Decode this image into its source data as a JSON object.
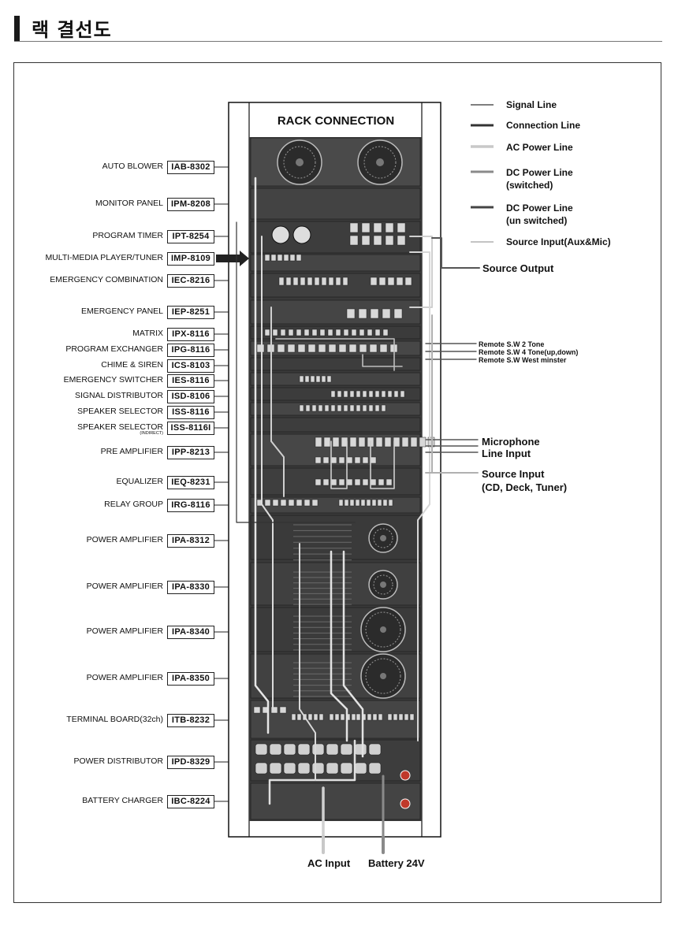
{
  "page": {
    "title": "랙 결선도"
  },
  "rack": {
    "title": "RACK CONNECTION"
  },
  "legend": [
    {
      "label": "Signal Line",
      "color": "#555555"
    },
    {
      "label": "Connection Line",
      "color": "#333333"
    },
    {
      "label": "AC Power Line",
      "color": "#c8c8c8"
    },
    {
      "label": "DC Power Line (switched)",
      "line1": "DC Power Line",
      "line2": "(switched)",
      "color": "#8a8a8a"
    },
    {
      "label": "DC Power Line (un switched)",
      "line1": "DC Power Line",
      "line2": "(un switched)",
      "color": "#444444"
    },
    {
      "label": "Source Input(Aux&Mic)",
      "color": "#b0b0b0"
    }
  ],
  "devices": [
    {
      "name": "AUTO BLOWER",
      "model": "IAB-8302"
    },
    {
      "name": "MONITOR PANEL",
      "model": "IPM-8208"
    },
    {
      "name": "PROGRAM TIMER",
      "model": "IPT-8254"
    },
    {
      "name": "MULTI-MEDIA PLAYER/TUNER",
      "model": "IMP-8109"
    },
    {
      "name": "EMERGENCY COMBINATION",
      "model": "IEC-8216"
    },
    {
      "name": "EMERGENCY PANEL",
      "model": "IEP-8251"
    },
    {
      "name": "MATRIX",
      "model": "IPX-8116"
    },
    {
      "name": "PROGRAM EXCHANGER",
      "model": "IPG-8116"
    },
    {
      "name": "CHIME & SIREN",
      "model": "ICS-8103"
    },
    {
      "name": "EMERGENCY SWITCHER",
      "model": "IES-8116"
    },
    {
      "name": "SIGNAL DISTRIBUTOR",
      "model": "ISD-8106"
    },
    {
      "name": "SPEAKER SELECTOR",
      "model": "ISS-8116"
    },
    {
      "name": "SPEAKER SELECTOR",
      "sub": "(INDIRECT)",
      "model": "ISS-8116I"
    },
    {
      "name": "PRE AMPLIFIER",
      "model": "IPP-8213"
    },
    {
      "name": "EQUALIZER",
      "model": "IEQ-8231"
    },
    {
      "name": "RELAY GROUP",
      "model": "IRG-8116"
    },
    {
      "name": "POWER AMPLIFIER",
      "model": "IPA-8312"
    },
    {
      "name": "POWER AMPLIFIER",
      "model": "IPA-8330"
    },
    {
      "name": "POWER AMPLIFIER",
      "model": "IPA-8340"
    },
    {
      "name": "POWER AMPLIFIER",
      "model": "IPA-8350"
    },
    {
      "name": "TERMINAL BOARD(32ch)",
      "model": "ITB-8232"
    },
    {
      "name": "POWER DISTRIBUTOR",
      "model": "IPD-8329"
    },
    {
      "name": "BATTERY CHARGER",
      "model": "IBC-8224"
    }
  ],
  "callouts": {
    "source_output": "Source Output",
    "remote_2tone": "Remote S.W 2 Tone",
    "remote_4tone": "Remote S.W 4 Tone(up,down)",
    "remote_west": "Remote S.W West minster",
    "microphone": "Microphone",
    "line_input": "Line Input",
    "source_input_1": "Source Input",
    "source_input_2": "(CD, Deck, Tuner)",
    "ac_input": "AC Input",
    "battery": "Battery 24V"
  }
}
